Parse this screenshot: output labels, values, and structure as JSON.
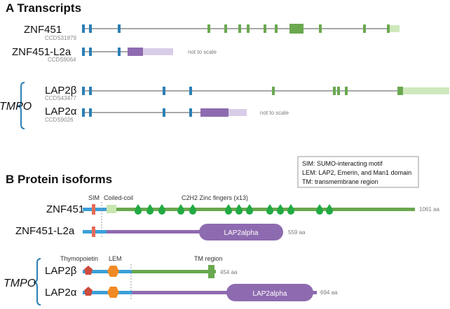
{
  "colors": {
    "blue": "#2b7fb5",
    "green": "#6aa84f",
    "green_light": "#cfe8bd",
    "purple": "#8e6bb0",
    "purple_light": "#d9cce8",
    "intron": "#8c8c8c",
    "protein_blue": "#3b9fd8",
    "protein_green": "#6aa84f",
    "protein_purple": "#8e6bb0",
    "red": "#cc4c3f",
    "orange": "#f08a24",
    "zinc": "#22aa44",
    "coil": "#c8e6b0",
    "tm": "#6aa84f",
    "brace": "#2b7fb5"
  },
  "panel_a": {
    "label": "A  Transcripts",
    "tmpo_label": "TMPO",
    "transcripts": [
      {
        "gene": "ZNF451",
        "ccds": "CCDS31879",
        "note": ""
      },
      {
        "gene": "ZNF451-L2a",
        "ccds": "CCDS9064",
        "note": "not to scale"
      },
      {
        "gene": "LAP2β",
        "ccds": "CCDS43477",
        "note": ""
      },
      {
        "gene": "LAP2α",
        "ccds": "CCDS9026",
        "note": "not to scale"
      }
    ]
  },
  "panel_b": {
    "label": "B  Protein isoforms",
    "tmpo_label": "TMPO",
    "legend": [
      "SIM: SUMO-interacting motif",
      "LEM: LAP2, Emerin, and Man1 domain",
      "TM: transmembrane region"
    ],
    "domain_labels": {
      "sim": "SIM",
      "coil": "Coiled-coil",
      "zinc": "C2H2 Zinc fingers (x13)",
      "thymo": "Thymopoietin",
      "lem": "LEM",
      "tm": "TM region"
    },
    "proteins": [
      {
        "name": "ZNF451",
        "length": "1061 aa",
        "domain_label": ""
      },
      {
        "name": "ZNF451-L2a",
        "length": "559 aa",
        "domain_label": "LAP2alpha"
      },
      {
        "name": "LAP2β",
        "length": "454 aa",
        "domain_label": ""
      },
      {
        "name": "LAP2α",
        "length": "694 aa",
        "domain_label": "LAP2alpha"
      }
    ]
  }
}
